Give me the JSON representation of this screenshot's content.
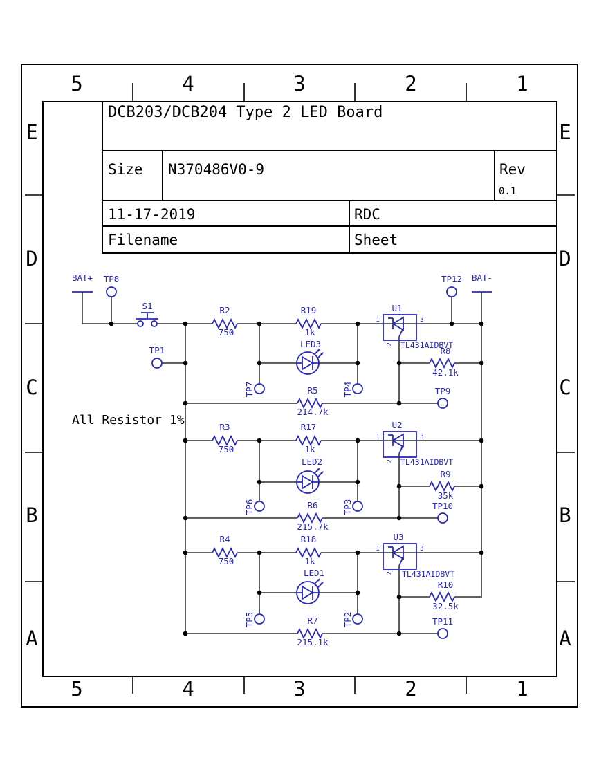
{
  "titleblock": {
    "title": "DCB203/DCB204 Type 2 LED Board",
    "size_label": "Size",
    "part_number": "N370486V0-9",
    "rev_label": "Rev",
    "rev_value": "0.1",
    "date": "11-17-2019",
    "author": "RDC",
    "filename_label": "Filename",
    "sheet_label": "Sheet"
  },
  "grid": {
    "cols": [
      "5",
      "4",
      "3",
      "2",
      "1"
    ],
    "rows": [
      "E",
      "D",
      "C",
      "B",
      "A"
    ]
  },
  "note": "All Resistor 1%",
  "power": {
    "positive": "BAT+",
    "negative": "BAT-"
  },
  "switch": {
    "ref": "S1"
  },
  "testpoints": [
    "TP8",
    "TP1",
    "TP7",
    "TP4",
    "TP9",
    "TP12",
    "TP6",
    "TP3",
    "TP10",
    "TP5",
    "TP2",
    "TP11"
  ],
  "resistors": [
    {
      "ref": "R2",
      "value": "750"
    },
    {
      "ref": "R19",
      "value": "1k"
    },
    {
      "ref": "R5",
      "value": "214.7k"
    },
    {
      "ref": "R8",
      "value": "42.1k"
    },
    {
      "ref": "R3",
      "value": "750"
    },
    {
      "ref": "R17",
      "value": "1k"
    },
    {
      "ref": "R6",
      "value": "215.7k"
    },
    {
      "ref": "R9",
      "value": "35k"
    },
    {
      "ref": "R4",
      "value": "750"
    },
    {
      "ref": "R18",
      "value": "1k"
    },
    {
      "ref": "R7",
      "value": "215.1k"
    },
    {
      "ref": "R10",
      "value": "32.5k"
    }
  ],
  "leds": [
    {
      "ref": "LED3"
    },
    {
      "ref": "LED2"
    },
    {
      "ref": "LED1"
    }
  ],
  "ics": [
    {
      "ref": "U1",
      "part": "TL431AIDBVT",
      "pin1": "1",
      "pin2": "2",
      "pin3": "3"
    },
    {
      "ref": "U2",
      "part": "TL431AIDBVT",
      "pin1": "1",
      "pin2": "2",
      "pin3": "3"
    },
    {
      "ref": "U3",
      "part": "TL431AIDBVT",
      "pin1": "1",
      "pin2": "2",
      "pin3": "3"
    }
  ]
}
